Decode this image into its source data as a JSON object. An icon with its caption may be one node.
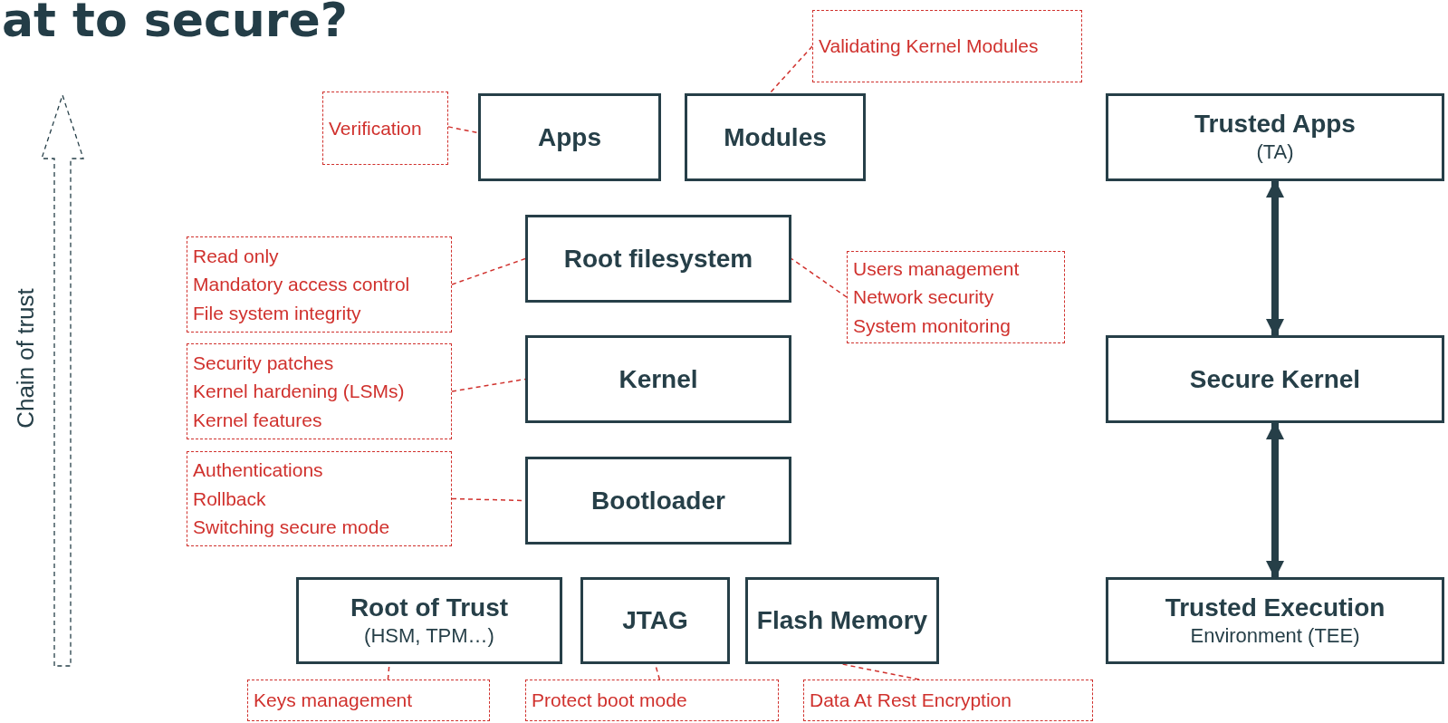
{
  "diagram": {
    "title": "at to secure?",
    "nodes": [
      {
        "text": [
          "Apps"
        ]
      },
      {
        "text": [
          "Modules"
        ]
      },
      {
        "text": [
          "Trusted Apps",
          "(TA)"
        ]
      },
      {
        "text": [
          "Root filesystem"
        ]
      },
      {
        "text": [
          "Kernel"
        ]
      },
      {
        "text": [
          "Secure Kernel"
        ]
      },
      {
        "text": [
          "Bootloader"
        ]
      },
      {
        "text": [
          "Root of Trust",
          "(HSM, TPM…)"
        ]
      },
      {
        "text": [
          "JTAG"
        ]
      },
      {
        "text": [
          "Flash Memory"
        ]
      },
      {
        "text": [
          "Trusted Execution",
          "Environment (TEE)"
        ]
      },
      {
        "text": [
          "Verification"
        ]
      },
      {
        "text": [
          "Validating Kernel Modules"
        ]
      },
      {
        "text": [
          "Read only",
          "Mandatory access control",
          "File system integrity"
        ]
      },
      {
        "text": [
          "Users management",
          "Network security",
          "System monitoring"
        ]
      },
      {
        "text": [
          "Security patches",
          "Kernel hardening (LSMs)",
          "Kernel features"
        ]
      },
      {
        "text": [
          "Authentications",
          "Rollback",
          "Switching secure mode"
        ]
      },
      {
        "text": [
          "Keys management"
        ]
      },
      {
        "text": [
          "Protect boot mode"
        ]
      },
      {
        "text": [
          "Data At Rest Encryption"
        ]
      }
    ],
    "edges": [
      {
        "from": 11,
        "to": 0,
        "arrow": "none",
        "style": "dashed"
      },
      {
        "from": 12,
        "to": 1,
        "arrow": "none",
        "style": "dashed"
      },
      {
        "from": 13,
        "to": 3,
        "arrow": "none",
        "style": "dashed"
      },
      {
        "from": 14,
        "to": 3,
        "arrow": "none",
        "style": "dashed"
      },
      {
        "from": 15,
        "to": 4,
        "arrow": "none",
        "style": "dashed"
      },
      {
        "from": 16,
        "to": 6,
        "arrow": "none",
        "style": "dashed"
      },
      {
        "from": 17,
        "to": 7,
        "arrow": "none",
        "style": "dashed"
      },
      {
        "from": 18,
        "to": 8,
        "arrow": "none",
        "style": "dashed"
      },
      {
        "from": 19,
        "to": 9,
        "arrow": "none",
        "style": "dashed"
      },
      {
        "from": 2,
        "to": 5,
        "arrow": "both",
        "style": "thick",
        "color": "#263f48"
      },
      {
        "from": 5,
        "to": 10,
        "arrow": "both",
        "style": "thick",
        "color": "#263f48"
      }
    ],
    "labels": [
      "Chain of trust"
    ]
  }
}
